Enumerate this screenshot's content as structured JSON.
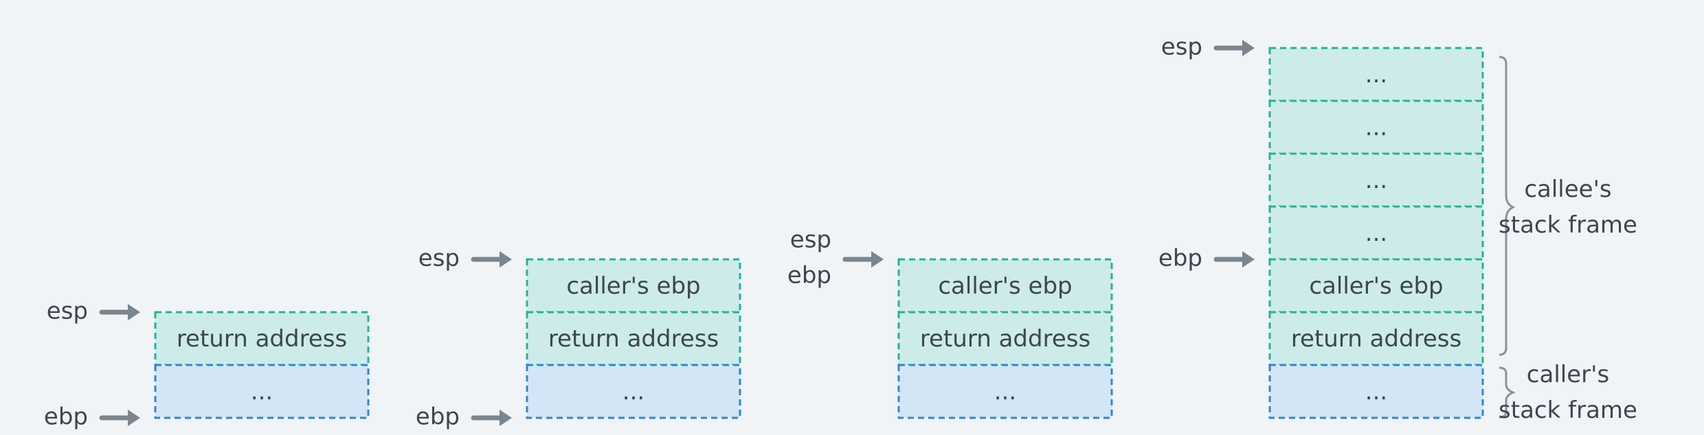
{
  "labels": {
    "esp": "esp",
    "ebp": "ebp",
    "callee_frame_line1": "callee's",
    "callee_frame_line2": "stack frame",
    "caller_frame_line1": "caller's",
    "caller_frame_line2": "stack frame"
  },
  "stacks": [
    {
      "id": "stack-1",
      "cells": [
        {
          "text": "return address",
          "kind": "frame"
        },
        {
          "text": "...",
          "kind": "caller"
        }
      ],
      "pointers": [
        {
          "label": "esp",
          "cell": 0
        },
        {
          "label": "ebp",
          "cell": 1,
          "at": "bottom"
        }
      ]
    },
    {
      "id": "stack-2",
      "cells": [
        {
          "text": "caller's ebp",
          "kind": "frame"
        },
        {
          "text": "return address",
          "kind": "frame"
        },
        {
          "text": "...",
          "kind": "caller"
        }
      ],
      "pointers": [
        {
          "label": "esp",
          "cell": 0
        },
        {
          "label": "ebp",
          "cell": 2,
          "at": "bottom"
        }
      ]
    },
    {
      "id": "stack-3",
      "cells": [
        {
          "text": "caller's ebp",
          "kind": "frame"
        },
        {
          "text": "return address",
          "kind": "frame"
        },
        {
          "text": "...",
          "kind": "caller"
        }
      ],
      "pointers": [
        {
          "label": "esp",
          "cell": 0,
          "stacked": "top"
        },
        {
          "label": "ebp",
          "cell": 0,
          "stacked": "bottom"
        }
      ]
    },
    {
      "id": "stack-4",
      "cells": [
        {
          "text": "...",
          "kind": "frame"
        },
        {
          "text": "...",
          "kind": "frame"
        },
        {
          "text": "...",
          "kind": "frame"
        },
        {
          "text": "...",
          "kind": "frame"
        },
        {
          "text": "caller's ebp",
          "kind": "frame"
        },
        {
          "text": "return address",
          "kind": "frame"
        },
        {
          "text": "...",
          "kind": "caller"
        }
      ],
      "pointers": [
        {
          "label": "esp",
          "cell": 0
        },
        {
          "label": "ebp",
          "cell": 4
        }
      ]
    }
  ],
  "colors": {
    "background": "#f0f4f7",
    "frame_fill": "#cdebe8",
    "frame_border": "#22b39b",
    "caller_fill": "#d3e6f6",
    "caller_border": "#2f86d8",
    "arrow": "#7b858e",
    "brace": "#8a9299",
    "text": "#3d4650"
  }
}
